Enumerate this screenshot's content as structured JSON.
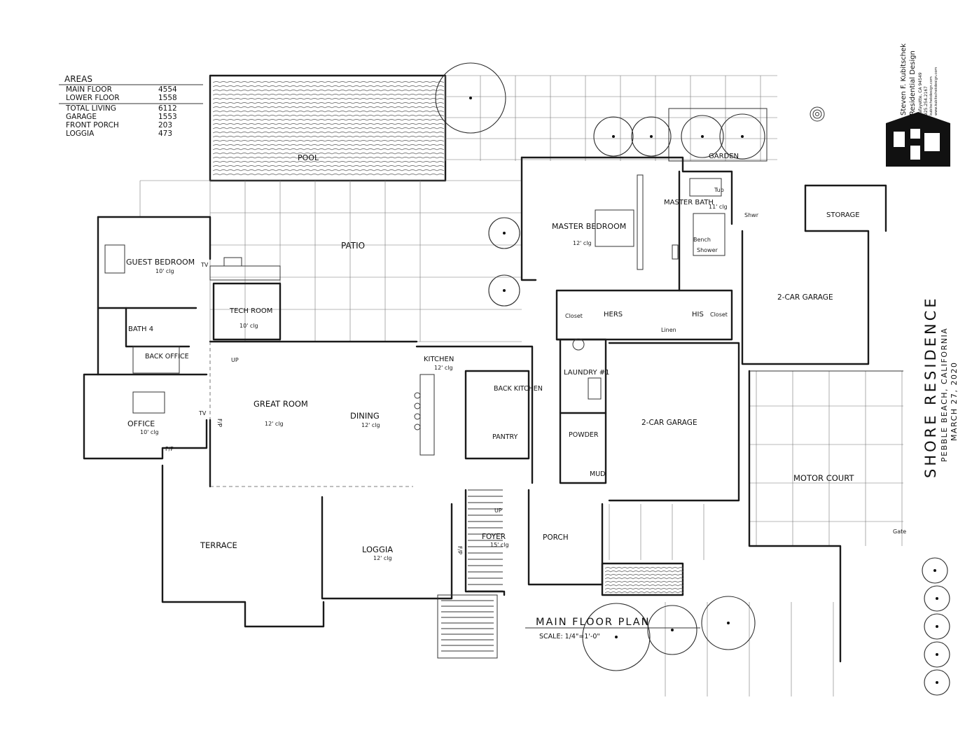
{
  "areas": {
    "title": "AREAS",
    "rows": [
      {
        "label": "MAIN FLOOR",
        "value": "4554"
      },
      {
        "label": "LOWER FLOOR",
        "value": "1558"
      },
      {
        "label": "TOTAL LIVING",
        "value": "6112"
      },
      {
        "label": "GARAGE",
        "value": "1553"
      },
      {
        "label": "FRONT PORCH",
        "value": "203"
      },
      {
        "label": "LOGGIA",
        "value": "473"
      }
    ]
  },
  "title_block": {
    "designer": "Steven F. Kubitschek",
    "firm": "Residential Design",
    "city": "Lafayette, CA 94549",
    "phone": "925.254.2167",
    "email": "kubitschekdesign.com",
    "web": "www.kubitschekdesign.com"
  },
  "project": {
    "name": "SHORE RESIDENCE",
    "location": "PEBBLE BEACH, CALIFORNIA",
    "date": "MARCH 27, 2020"
  },
  "plan_title": {
    "title": "MAIN FLOOR PLAN",
    "scale": "SCALE: 1/4\"=1'-0\""
  },
  "rooms": {
    "pool": "POOL",
    "patio": "PATIO",
    "garden": "GARDEN",
    "master_bedroom": "MASTER BEDROOM",
    "master_bedroom_clg": "12' clg",
    "master_bath": "MASTER BATH",
    "master_bath_clg": "11' clg",
    "tub": "Tub",
    "shwr": "Shwr",
    "shower": "Shower",
    "bench": "Bench",
    "storage": "STORAGE",
    "guest_bedroom": "GUEST BEDROOM",
    "guest_bedroom_clg": "10' clg",
    "tech_room": "TECH ROOM",
    "tech_room_clg": "10' clg",
    "bath4": "BATH 4",
    "back_office": "BACK OFFICE",
    "office": "OFFICE",
    "office_clg": "10' clg",
    "hers": "HERS",
    "his": "HIS",
    "closet": "Closet",
    "linen": "Linen",
    "garage_upper": "2-CAR GARAGE",
    "garage_lower": "2-CAR GARAGE",
    "kitchen": "KITCHEN",
    "kitchen_clg": "12' clg",
    "back_kitchen": "BACK KITCHEN",
    "pantry": "PANTRY",
    "great_room": "GREAT ROOM",
    "great_room_clg": "12' clg",
    "dining": "DINING",
    "dining_clg": "12' clg",
    "laundry": "LAUNDRY #1",
    "powder": "POWDER",
    "mud": "MUD",
    "motor_court": "MOTOR COURT",
    "terrace": "TERRACE",
    "loggia": "LOGGIA",
    "loggia_clg": "12' clg",
    "foyer": "FOYER",
    "foyer_clg": "15' clg",
    "porch": "PORCH",
    "gate": "Gate",
    "up": "UP",
    "tv": "TV",
    "fp": "F/P"
  }
}
